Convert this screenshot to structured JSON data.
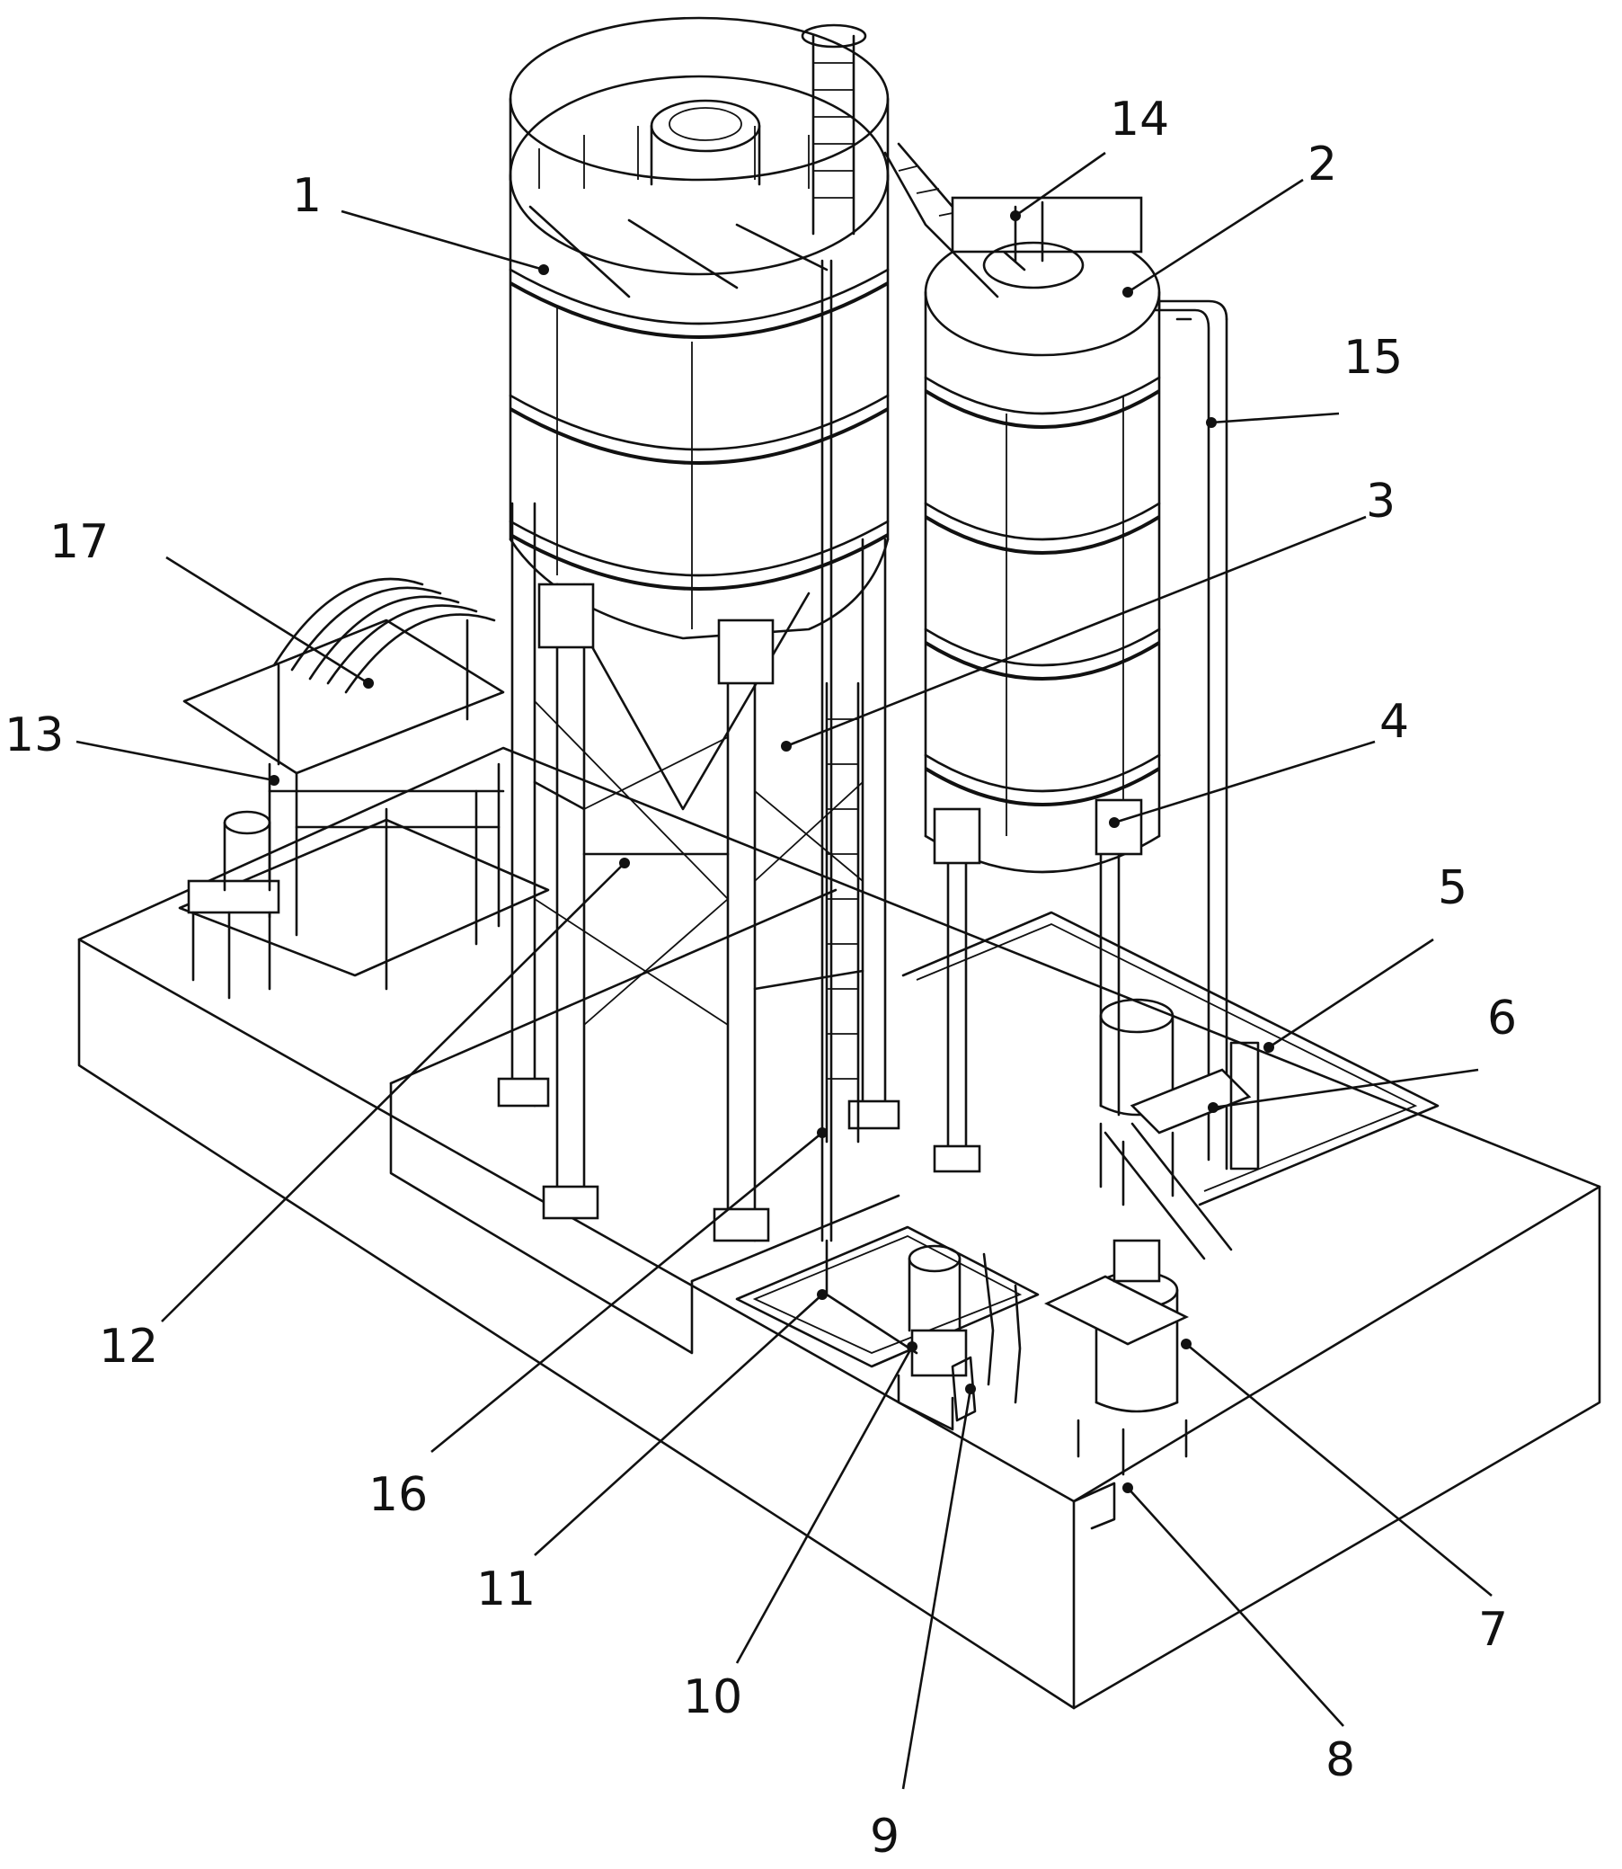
{
  "labels": [
    {
      "id": "1",
      "text": "1"
    },
    {
      "id": "2",
      "text": "2"
    },
    {
      "id": "3",
      "text": "3"
    },
    {
      "id": "4",
      "text": "4"
    },
    {
      "id": "5",
      "text": "5"
    },
    {
      "id": "6",
      "text": "6"
    },
    {
      "id": "7",
      "text": "7"
    },
    {
      "id": "8",
      "text": "8"
    },
    {
      "id": "9",
      "text": "9"
    },
    {
      "id": "10",
      "text": "10"
    },
    {
      "id": "11",
      "text": "11"
    },
    {
      "id": "12",
      "text": "12"
    },
    {
      "id": "13",
      "text": "13"
    },
    {
      "id": "14",
      "text": "14"
    },
    {
      "id": "15",
      "text": "15"
    },
    {
      "id": "16",
      "text": "16"
    },
    {
      "id": "17",
      "text": "17"
    }
  ],
  "colors": {
    "line": "#111111",
    "background": "#ffffff"
  }
}
